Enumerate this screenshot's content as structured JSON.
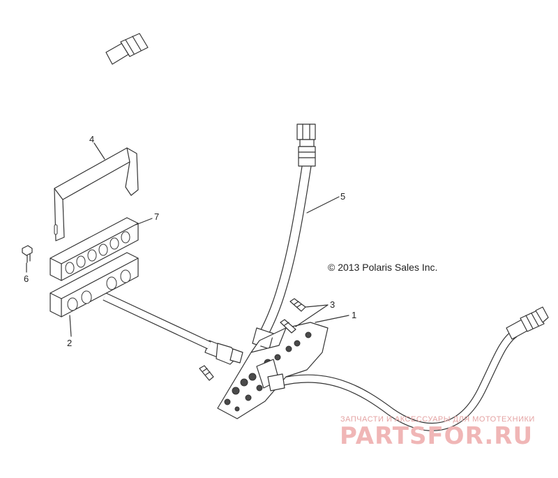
{
  "callouts": [
    {
      "id": "1",
      "label": "1"
    },
    {
      "id": "2",
      "label": "2"
    },
    {
      "id": "3",
      "label": "3"
    },
    {
      "id": "4",
      "label": "4"
    },
    {
      "id": "5",
      "label": "5"
    },
    {
      "id": "6",
      "label": "6"
    },
    {
      "id": "7",
      "label": "7"
    }
  ],
  "copyright": "© 2013 Polaris Sales Inc.",
  "watermark": {
    "subtitle": "ЗАПЧАСТИ И АКСЕССУАРЫ ДЛЯ МОТОТЕХНИКИ",
    "brand": "PARTSFOR.RU"
  }
}
